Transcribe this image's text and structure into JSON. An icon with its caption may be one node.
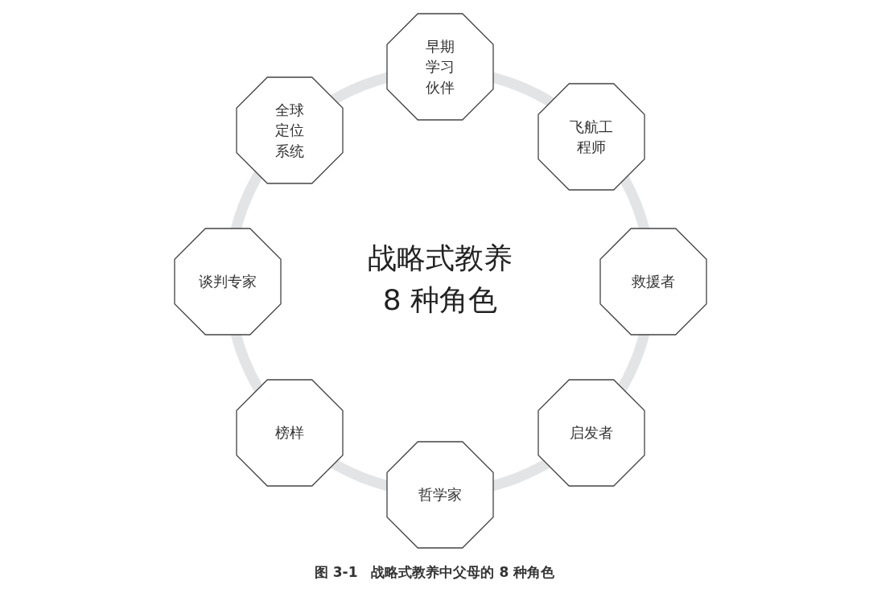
{
  "diagram": {
    "caption": "图 3-1　战略式教养中父母的 8 种角色",
    "nodes": [
      {
        "text": [
          "早期学习伙伴"
        ]
      },
      {
        "text": [
          "飞航工程师"
        ]
      },
      {
        "text": [
          "救援者"
        ]
      },
      {
        "text": [
          "启发者"
        ]
      },
      {
        "text": [
          "哲学家"
        ]
      },
      {
        "text": [
          "榜样"
        ]
      },
      {
        "text": [
          "谈判专家"
        ]
      },
      {
        "text": [
          "全球定位系统"
        ]
      }
    ],
    "labels": [
      "战略式教养",
      "8 种角色"
    ]
  }
}
